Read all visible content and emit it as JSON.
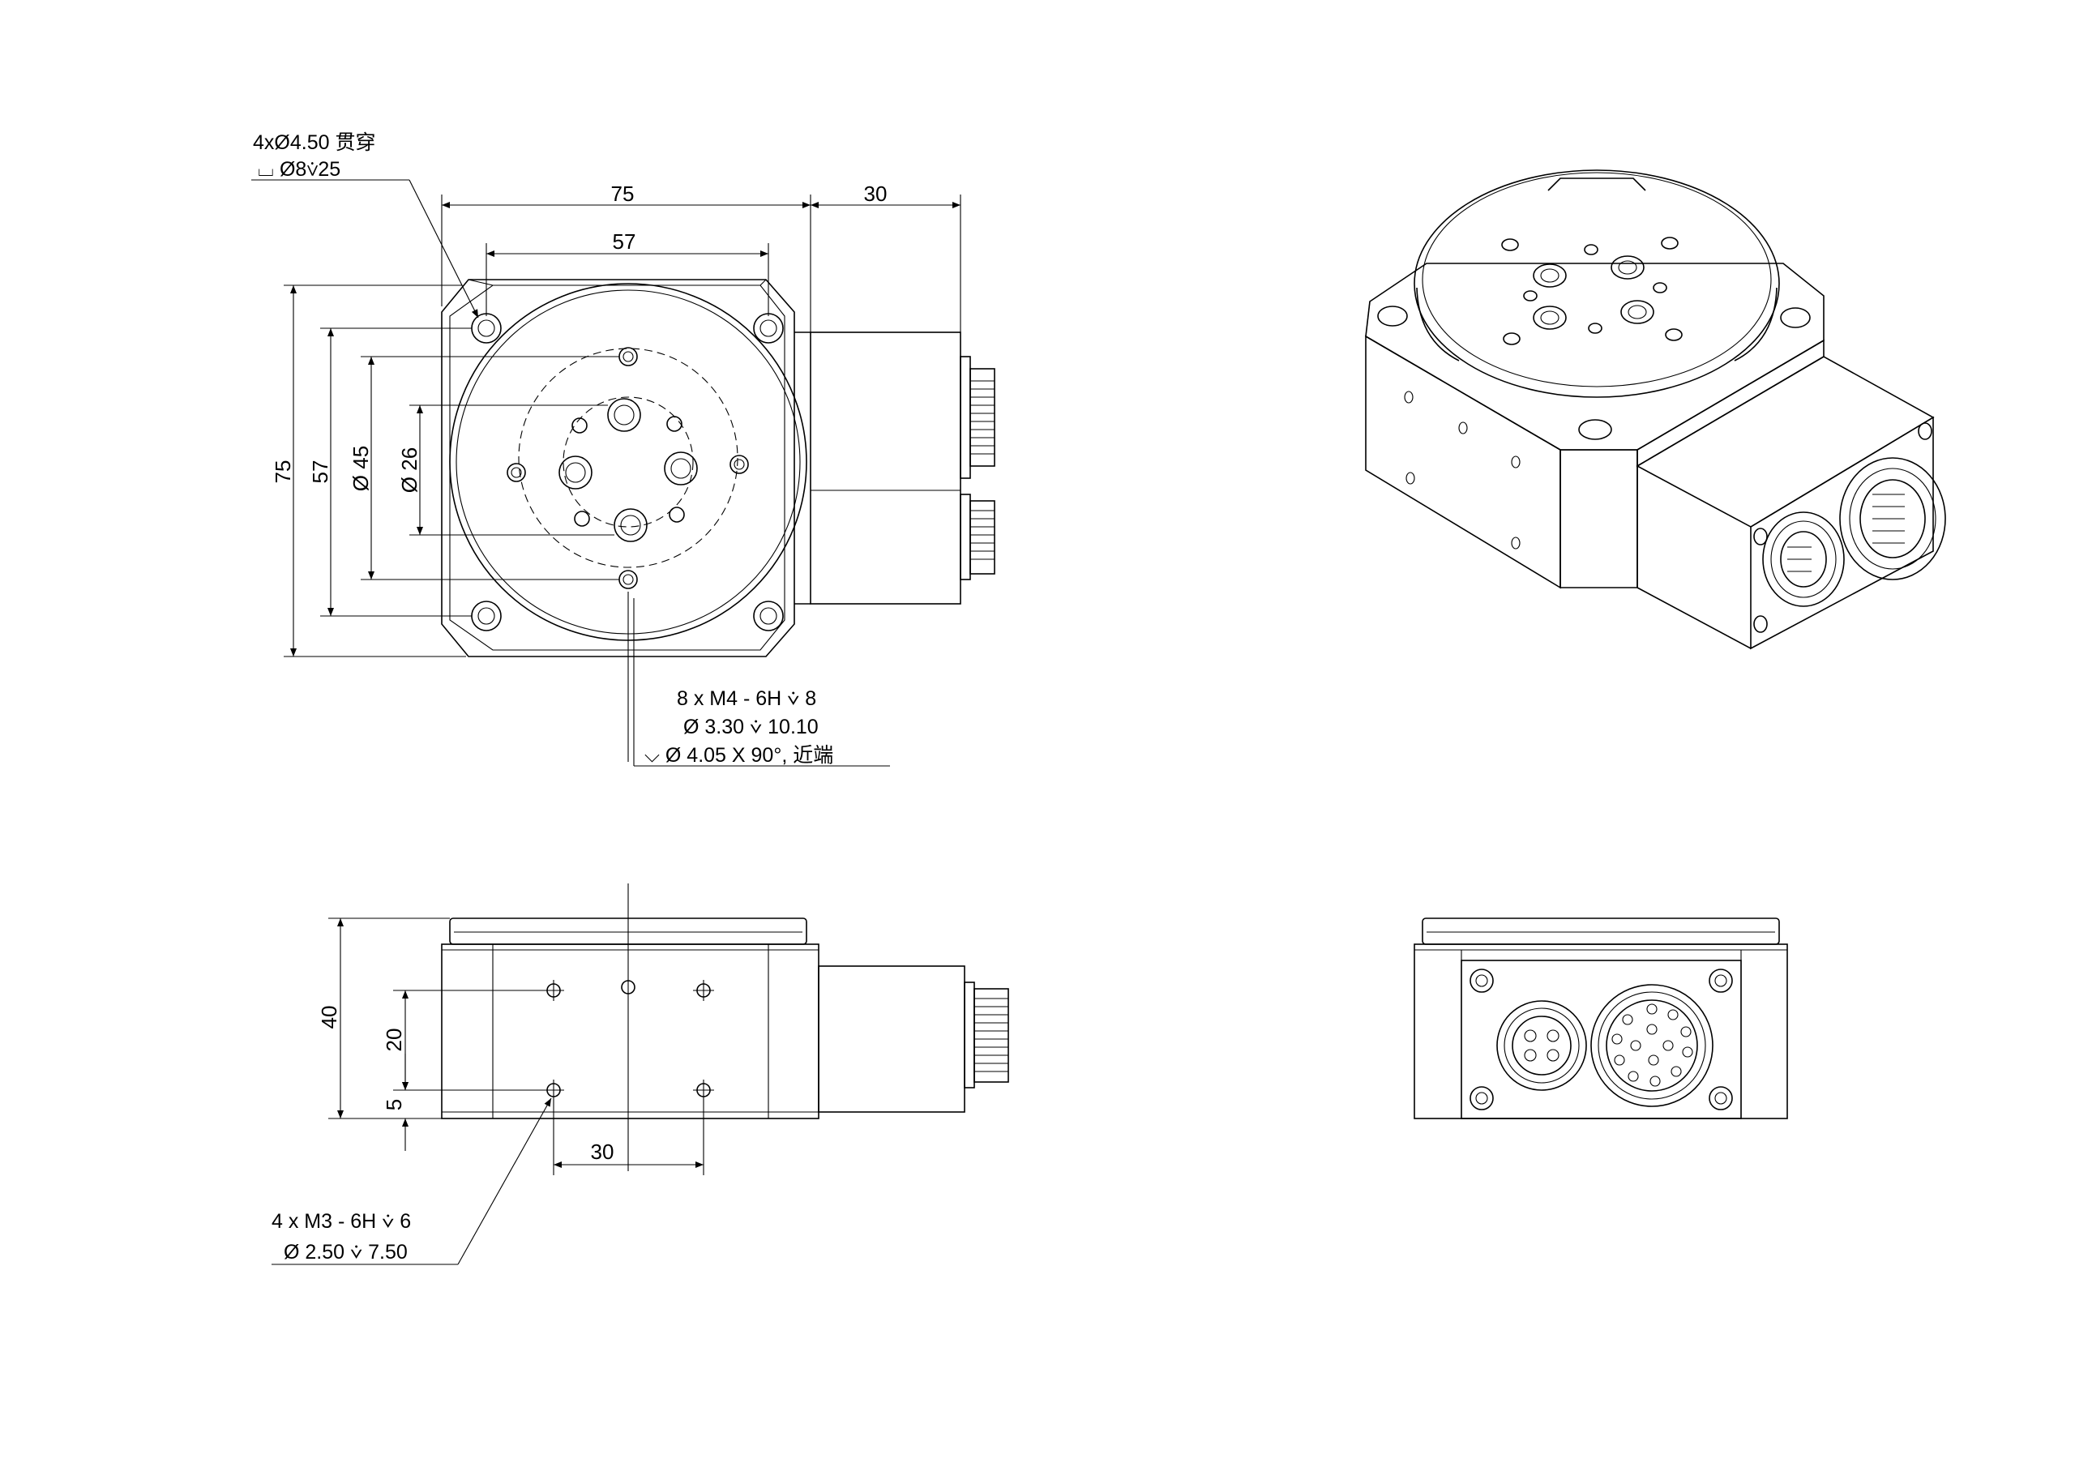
{
  "dimensions": {
    "top_width_75": "75",
    "top_inner_57": "57",
    "connector_30": "30",
    "top_height_75": "75",
    "top_height_57": "57",
    "pcd_45": "Ø 45",
    "pcd_26": "Ø 26",
    "side_height_40": "40",
    "side_20": "20",
    "side_5": "5",
    "side_30": "30"
  },
  "callouts": {
    "through_hole_line1": "4xØ4.50 贯穿",
    "through_hole_line2": "⌴ Ø8⩒25",
    "m4_line1": "8 x  M4 - 6H ⩒ 8",
    "m4_line2": "Ø  3.30 ⩒  10.10",
    "m4_line3": "⌵  Ø  4.05 X 90°, 近端",
    "m3_line1": "4 x  M3 - 6H ⩒  6",
    "m3_line2": "Ø  2.50 ⩒ 7.50"
  }
}
